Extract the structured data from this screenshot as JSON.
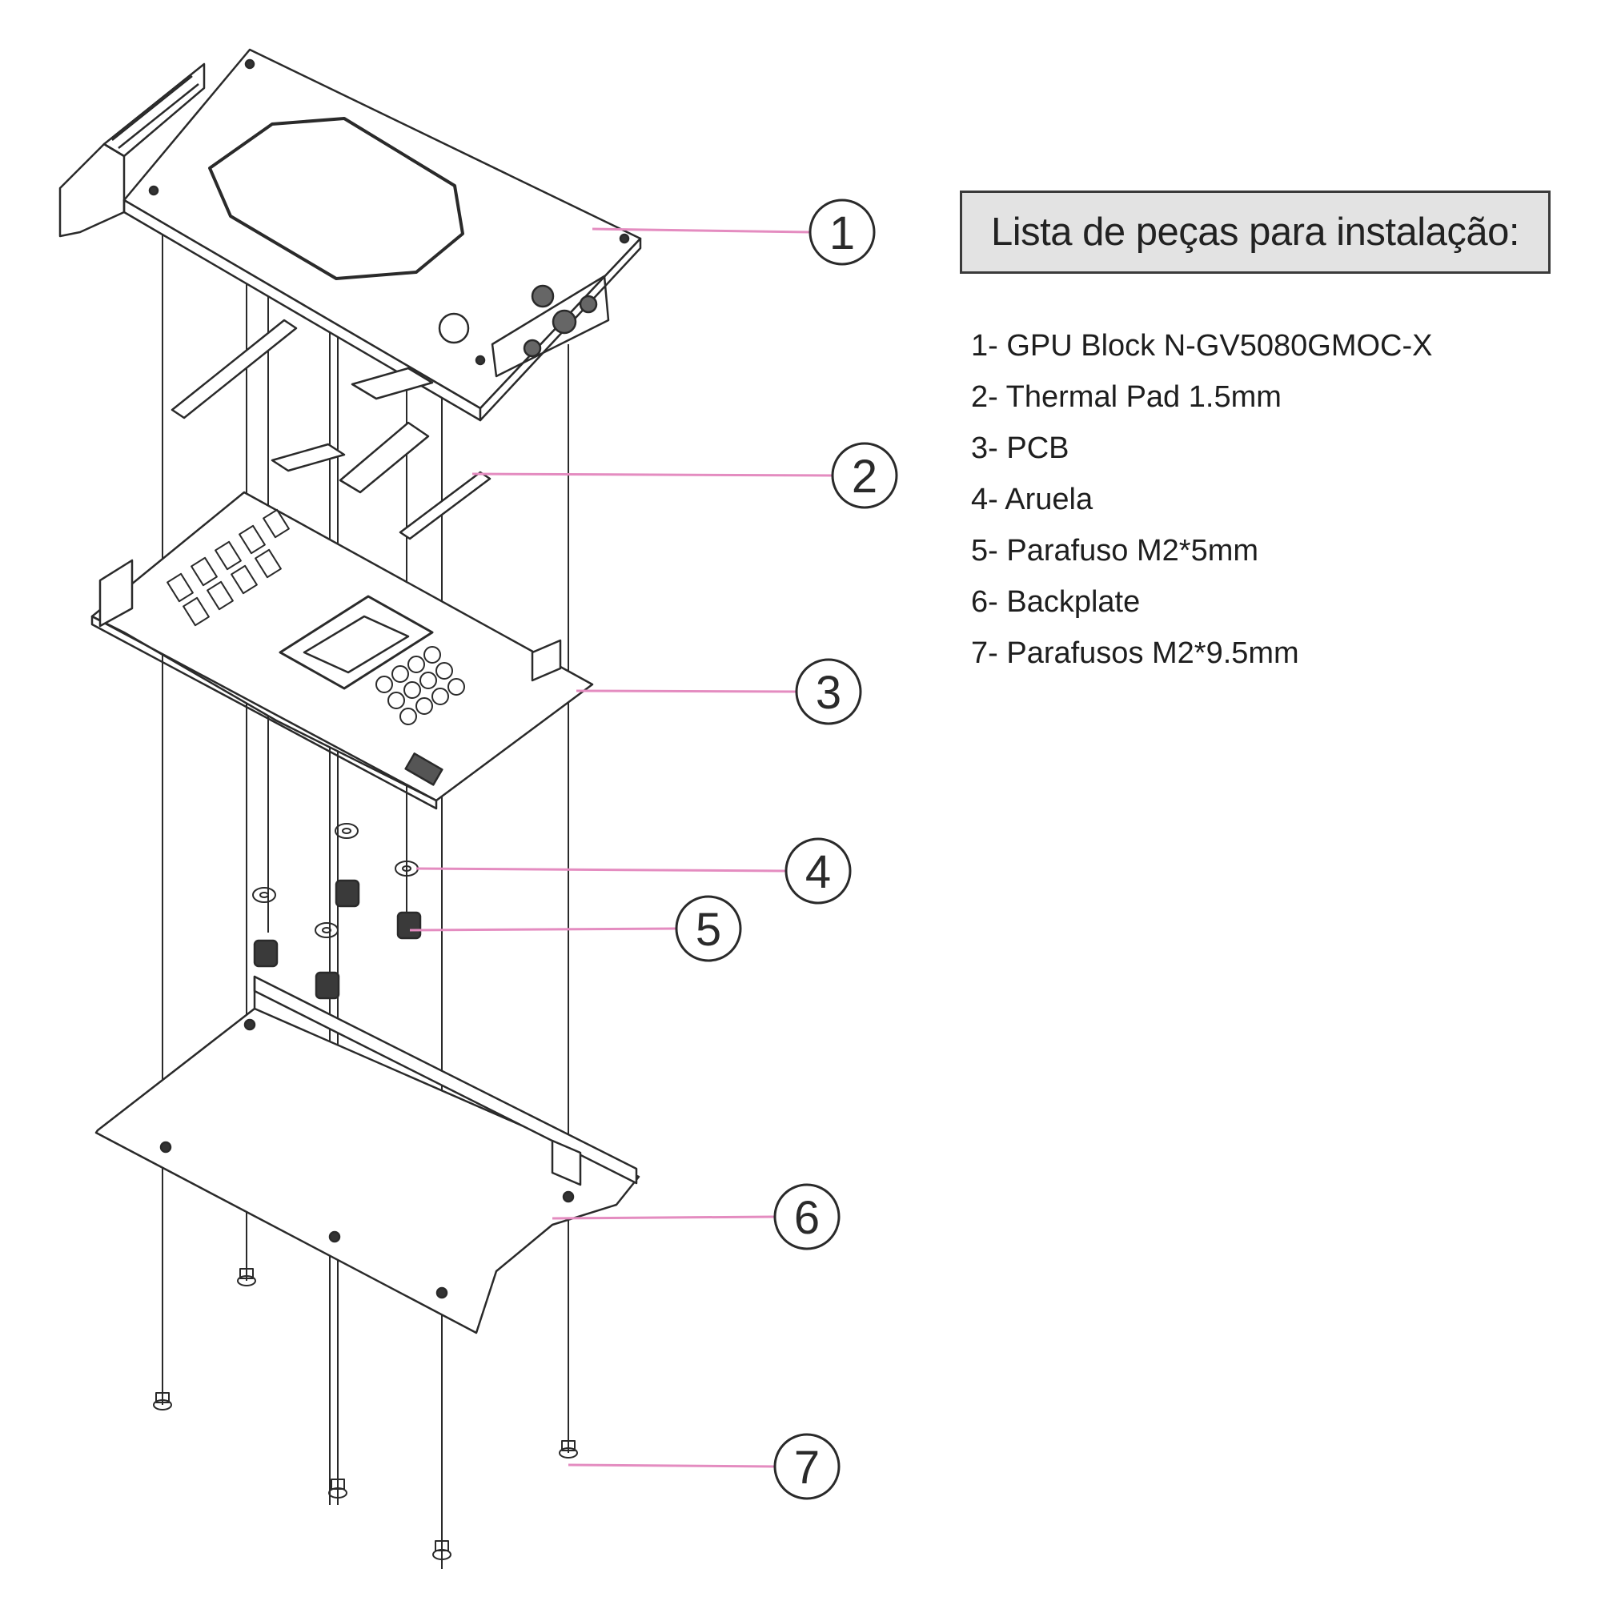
{
  "callouts": [
    "1",
    "2",
    "3",
    "4",
    "5",
    "6",
    "7"
  ],
  "parts_list": {
    "title": "Lista de peças para instalação:",
    "items": [
      "1- GPU Block N-GV5080GMOC-X",
      "2- Thermal Pad 1.5mm",
      "3- PCB",
      "4- Aruela",
      "5- Parafuso M2*5mm",
      "6- Backplate",
      "7- Parafusos M2*9.5mm"
    ]
  },
  "colors": {
    "leader_line": "#e48cc0",
    "drawing_stroke": "#2a2a2a",
    "title_bg": "#e3e3e3"
  }
}
